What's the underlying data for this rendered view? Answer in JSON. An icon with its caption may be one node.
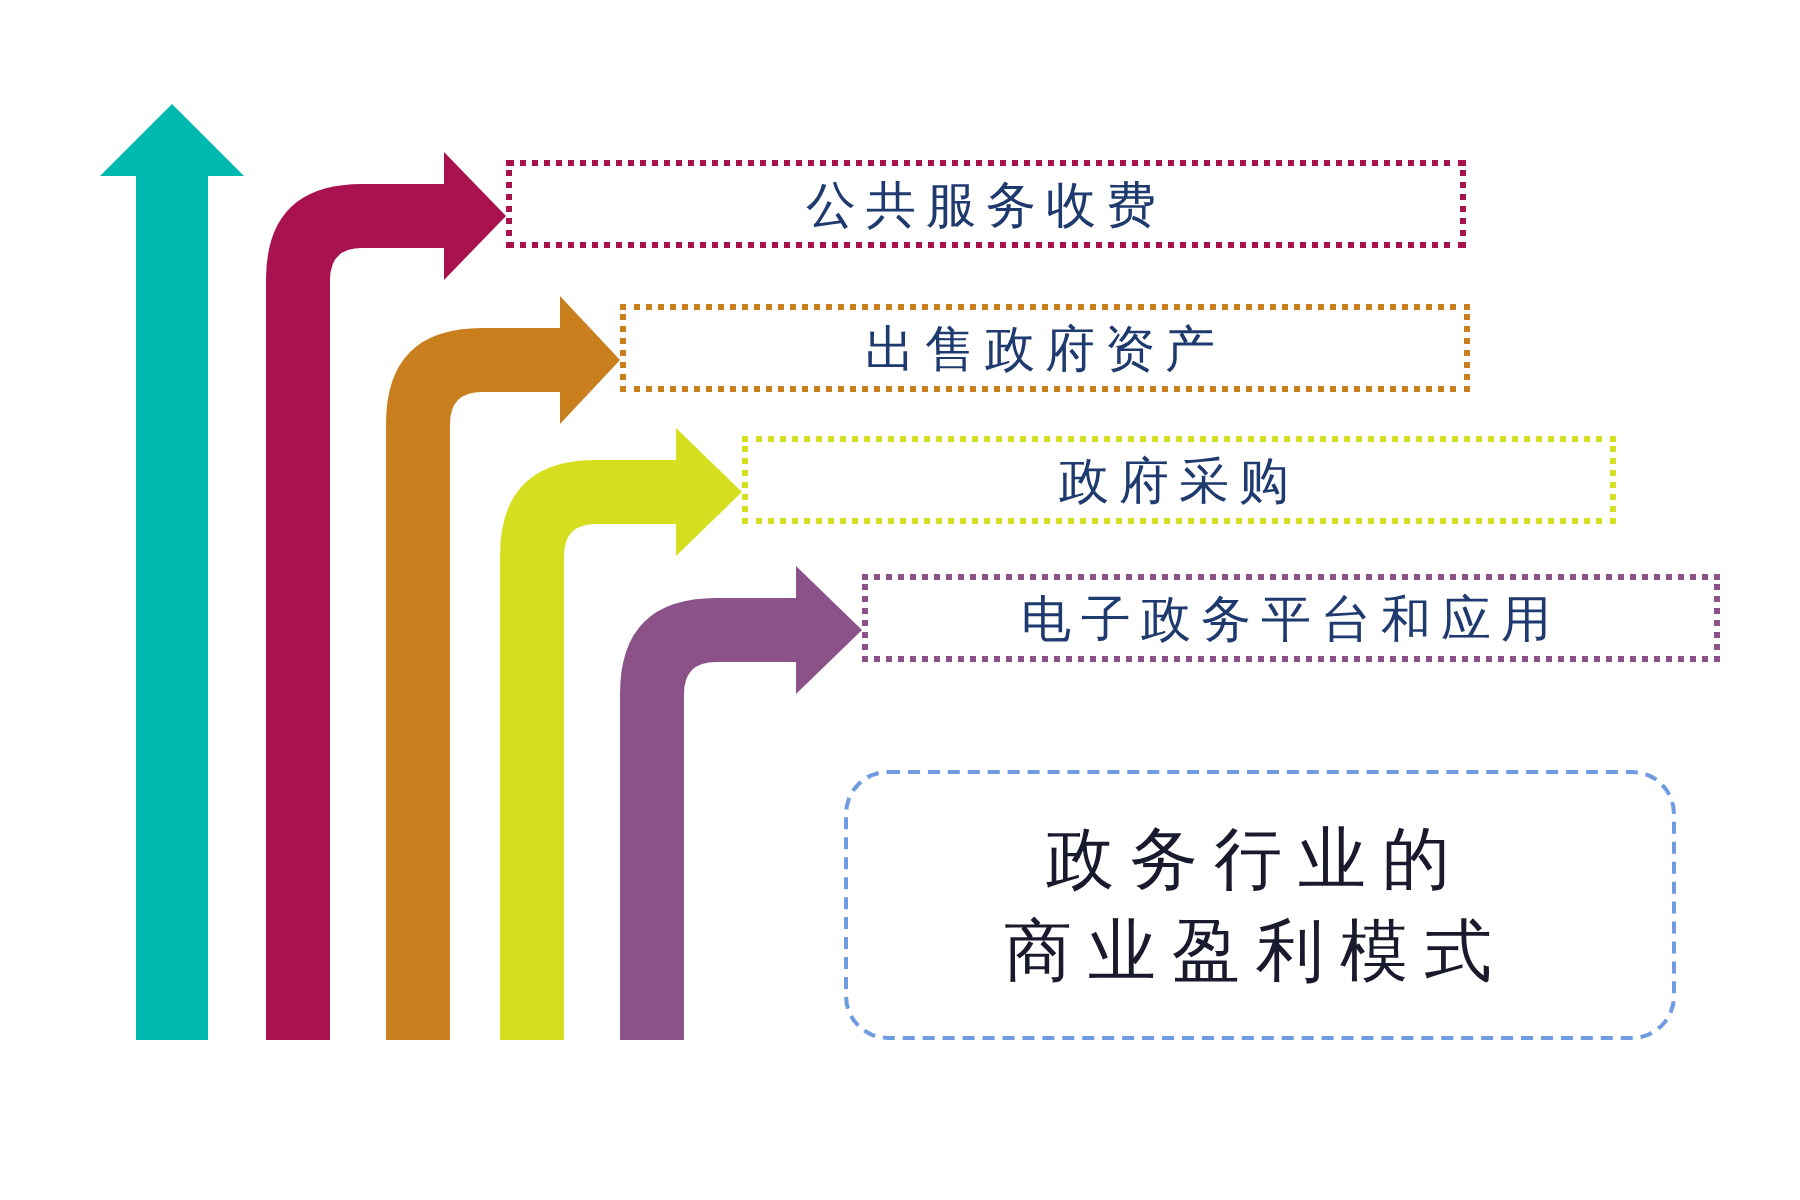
{
  "diagram": {
    "nodes": [
      {
        "text": [
          "公共服务收费"
        ]
      },
      {
        "text": [
          "出售政府资产"
        ]
      },
      {
        "text": [
          "政府采购"
        ]
      },
      {
        "text": [
          "电子政务平台和应用"
        ]
      },
      {
        "text": [
          "政务行业的商业盈利模式"
        ]
      }
    ],
    "edges": [
      {
        "from": null,
        "to": 0,
        "arrow": "to",
        "style": "thick",
        "color": "#a8124f"
      },
      {
        "from": null,
        "to": 1,
        "arrow": "to",
        "style": "thick",
        "color": "#c97f1d"
      },
      {
        "from": null,
        "to": 2,
        "arrow": "to",
        "style": "thick",
        "color": "#d6df1f"
      },
      {
        "from": null,
        "to": 3,
        "arrow": "to",
        "style": "thick",
        "color": "#8b5289"
      }
    ]
  }
}
